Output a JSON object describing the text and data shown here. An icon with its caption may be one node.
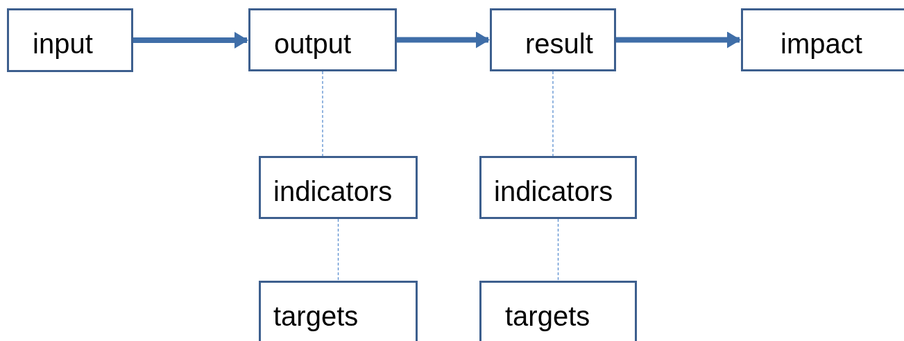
{
  "diagram": {
    "nodes": [
      {
        "text": [
          "input"
        ]
      },
      {
        "text": [
          "output"
        ]
      },
      {
        "text": [
          "result"
        ]
      },
      {
        "text": [
          "impact"
        ]
      },
      {
        "text": [
          "indicators"
        ]
      },
      {
        "text": [
          "indicators"
        ]
      },
      {
        "text": [
          "targets"
        ]
      },
      {
        "text": [
          "targets"
        ]
      }
    ],
    "edges": [
      {
        "from": 0,
        "to": 1,
        "arrow": "to",
        "style": "thick",
        "color": "#3f6ea8"
      },
      {
        "from": 1,
        "to": 2,
        "arrow": "to",
        "style": "thick",
        "color": "#3f6ea8"
      },
      {
        "from": 2,
        "to": 3,
        "arrow": "to",
        "style": "thick",
        "color": "#3f6ea8"
      },
      {
        "from": 1,
        "to": 4,
        "arrow": "none",
        "style": "dashed"
      },
      {
        "from": 4,
        "to": 6,
        "arrow": "none",
        "style": "dashed"
      },
      {
        "from": 2,
        "to": 5,
        "arrow": "none",
        "style": "dashed"
      },
      {
        "from": 5,
        "to": 7,
        "arrow": "none",
        "style": "dashed"
      }
    ]
  }
}
